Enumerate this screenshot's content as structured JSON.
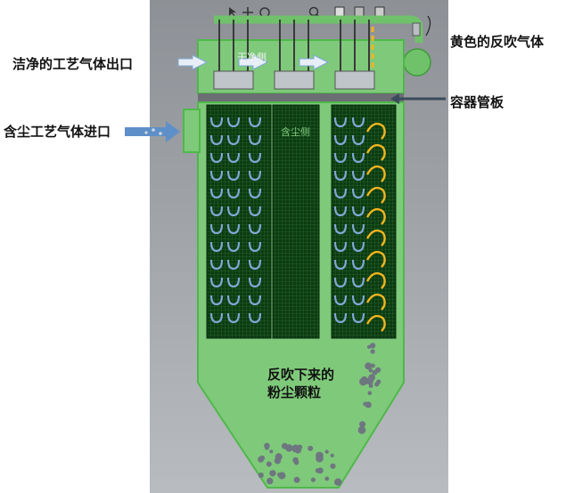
{
  "labels": {
    "clean_outlet": "洁净的工艺气体出口",
    "dusty_inlet": "含尘工艺气体进口",
    "backblow_gas": "黄色的反吹气体",
    "tube_sheet": "容器管板",
    "dust_falling_line1": "反吹下来的",
    "dust_falling_line2": "粉尘颗粒",
    "clean_side": "干净侧",
    "dirty_side": "含尘侧"
  },
  "colors": {
    "background_gray": "#9ea3a8",
    "vessel_green": "#7fc97a",
    "vessel_outline": "#4fb84a",
    "filter_dark": "#0c3b12",
    "tube_sheet": "#6b6e73",
    "backblow_yellow": "#f3b51f",
    "gas_arrow_blue": "#7fa8d6",
    "inlet_arrow_blue": "#5f8fc8",
    "dust_gray": "#6e7680"
  },
  "toolbar_icons": [
    "select-icon",
    "move-icon",
    "rotate-icon",
    "zoom-icon",
    "view-cube-icon",
    "display-icon",
    "settings-icon"
  ]
}
